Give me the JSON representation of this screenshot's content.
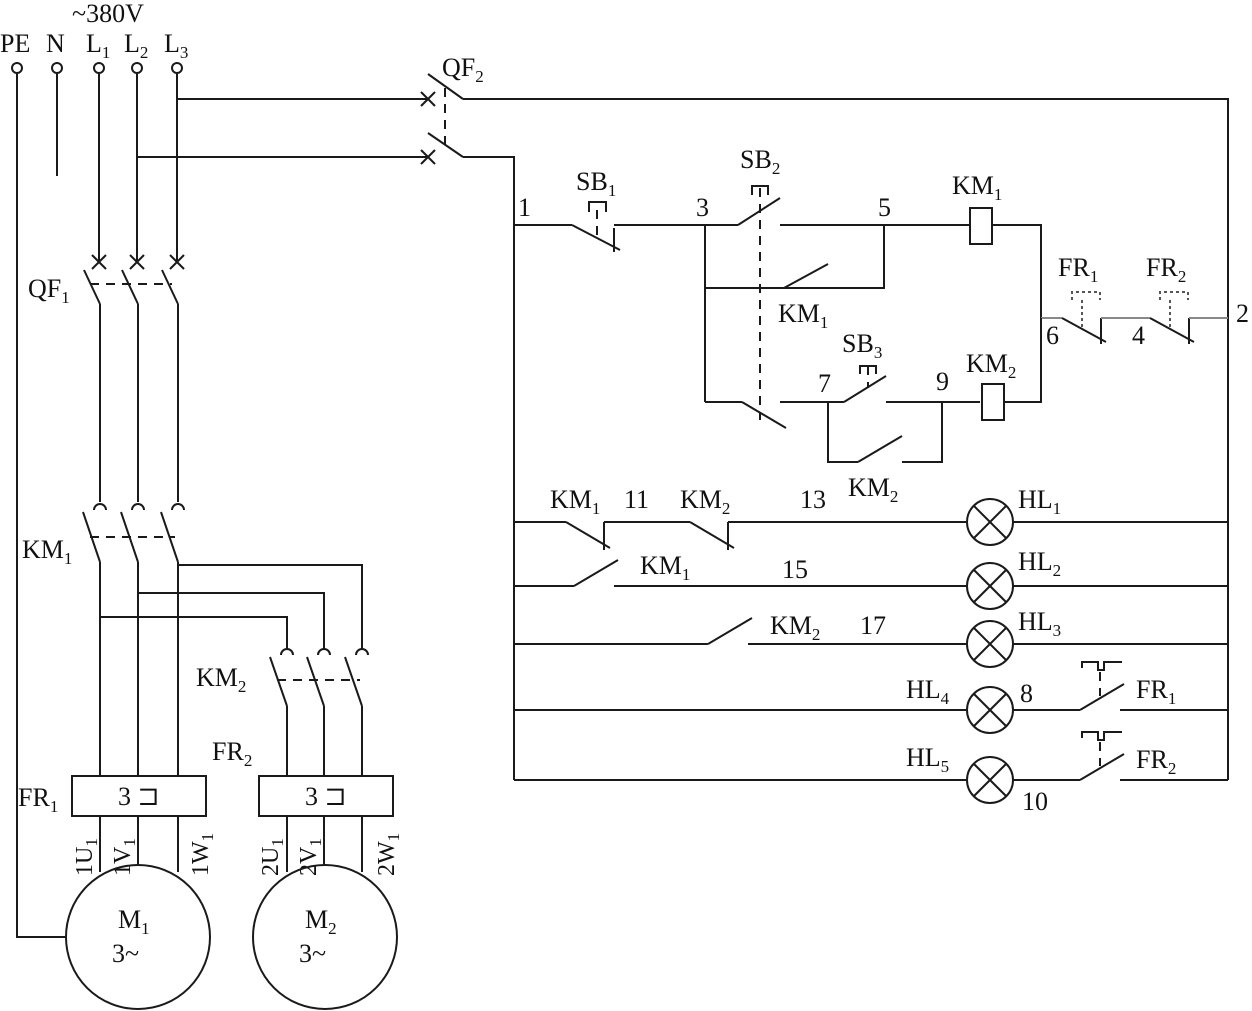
{
  "supply": {
    "voltage": "~380V",
    "pe": "PE",
    "n": "N",
    "l1": "L1",
    "l2": "L2",
    "l3": "L3"
  },
  "labels": {
    "qf1": "QF1",
    "qf2": "QF2",
    "km1_main": "KM1",
    "km2_main": "KM2",
    "fr1_main": "FR1",
    "fr2_main": "FR2",
    "fr_block": "3",
    "u1": "1U1",
    "v1": "1V1",
    "w1": "1W1",
    "u2": "2U1",
    "v2": "2V1",
    "w2": "2W1",
    "motor1": "M1",
    "motor2": "M2",
    "phase": "3~",
    "sb1": "SB1",
    "sb2": "SB2",
    "sb3": "SB3",
    "coil_km1": "KM1",
    "coil_km2": "KM2",
    "aux_km1": "KM1",
    "aux_km2": "KM2",
    "fr1_ctrl": "FR1",
    "fr2_ctrl": "FR2",
    "hl_km1": "KM1",
    "hl_km2": "KM2",
    "hl2_km1": "KM1",
    "hl3_km2": "KM2",
    "hl4_fr1": "FR1",
    "hl5_fr2": "FR2",
    "hl1": "HL1",
    "hl2": "HL2",
    "hl3": "HL3",
    "hl4": "HL4",
    "hl5": "HL5"
  },
  "nodes": {
    "n1": "1",
    "n2": "2",
    "n3": "3",
    "n4": "4",
    "n5": "5",
    "n6": "6",
    "n7": "7",
    "n8": "8",
    "n9": "9",
    "n10": "10",
    "n11": "11",
    "n13": "13",
    "n15": "15",
    "n17": "17"
  }
}
